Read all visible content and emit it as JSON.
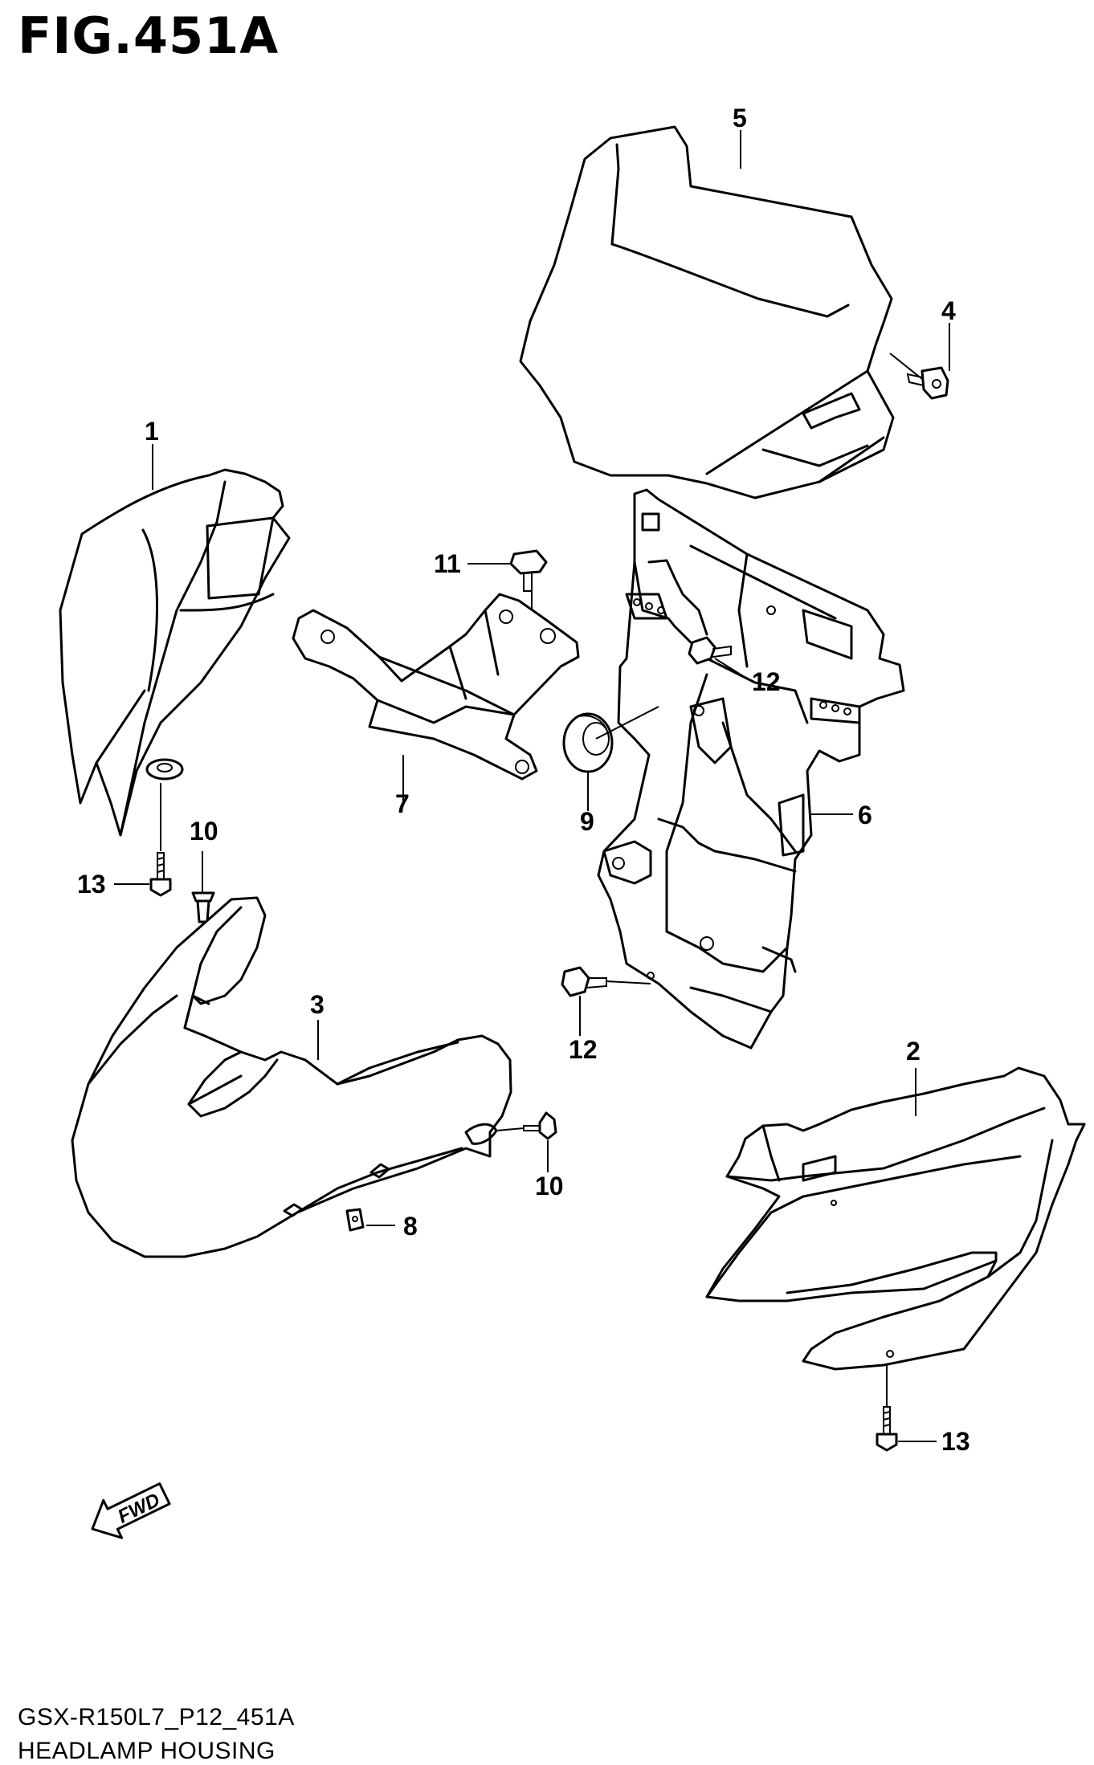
{
  "figure": {
    "title": "FIG.451A",
    "footer_code": "GSX-R150L7_P12_451A",
    "footer_name": "HEADLAMP HOUSING"
  },
  "callouts": {
    "c1": "1",
    "c2": "2",
    "c3": "3",
    "c4": "4",
    "c5": "5",
    "c6": "6",
    "c7": "7",
    "c8": "8",
    "c9": "9",
    "c10a": "10",
    "c10b": "10",
    "c11": "11",
    "c12a": "12",
    "c12b": "12",
    "c13a": "13",
    "c13b": "13"
  },
  "fwd_label": "FWD"
}
